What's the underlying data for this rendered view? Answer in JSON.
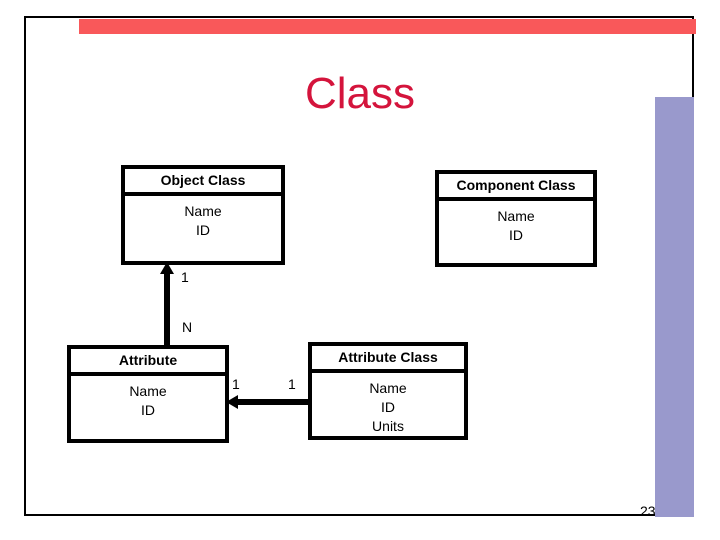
{
  "slide": {
    "title": "Class",
    "page_number": "23",
    "colors": {
      "title": "#d4143c",
      "top_bar": "#f9585a",
      "side_bar": "#9999cc",
      "frame": "#000000",
      "background": "#ffffff"
    }
  },
  "diagram": {
    "type": "entity-relationship",
    "entities": [
      {
        "id": "object-class",
        "header": "Object Class",
        "attributes": [
          "Name",
          "ID"
        ]
      },
      {
        "id": "component-class",
        "header": "Component Class",
        "attributes": [
          "Name",
          "ID"
        ]
      },
      {
        "id": "attribute",
        "header": "Attribute",
        "attributes": [
          "Name",
          "ID"
        ]
      },
      {
        "id": "attribute-class",
        "header": "Attribute Class",
        "attributes": [
          "Name",
          "ID",
          "Units"
        ]
      }
    ],
    "relationships": [
      {
        "id": "attribute-to-object-class",
        "from": "attribute",
        "to": "object-class",
        "direction": "up",
        "from_cardinality": "N",
        "to_cardinality": "1"
      },
      {
        "id": "attribute-class-to-attribute",
        "from": "attribute-class",
        "to": "attribute",
        "direction": "left",
        "from_cardinality": "1",
        "to_cardinality": "1"
      }
    ],
    "cardinality_labels": {
      "one_top": "1",
      "n_bottom": "N",
      "one_left": "1",
      "one_right": "1"
    }
  }
}
